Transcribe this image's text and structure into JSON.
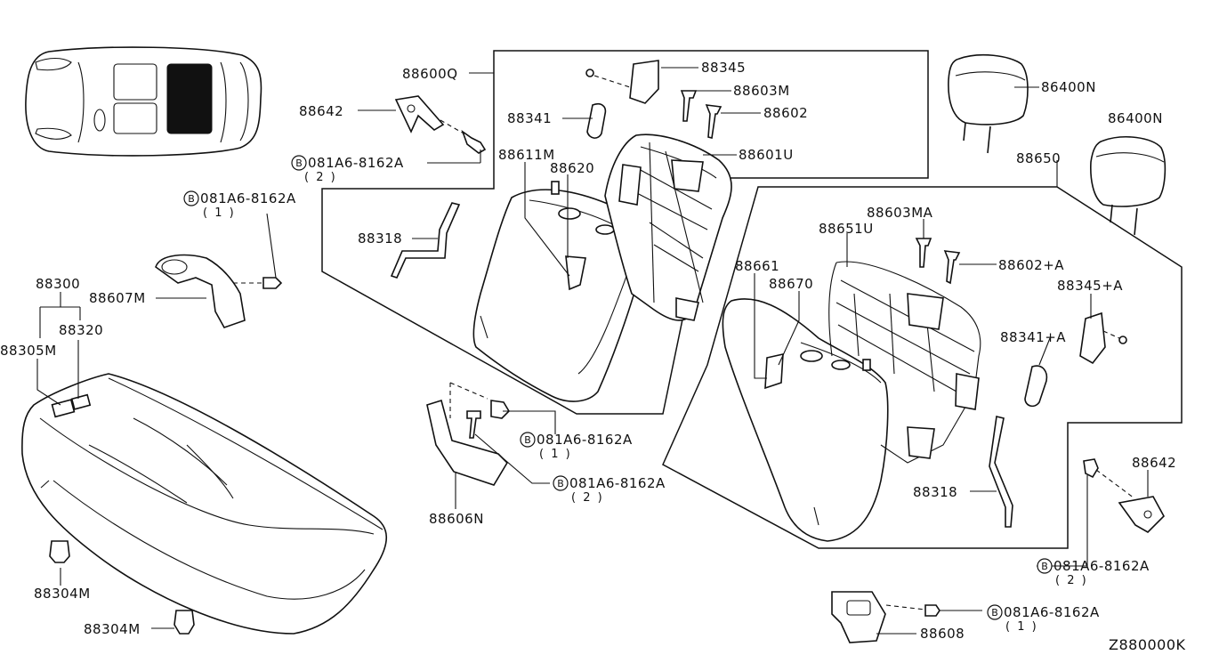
{
  "labels": {
    "p88600q": "88600Q",
    "p88642_top": "88642",
    "p88345": "88345",
    "p88603m": "88603M",
    "p88341": "88341",
    "p88602": "88602",
    "p88611m": "88611M",
    "p88620": "88620",
    "p88601u": "88601U",
    "p88318_top": "88318",
    "p86400n_1": "86400N",
    "p86400n_2": "86400N",
    "p88650": "88650",
    "p88603ma": "88603MA",
    "p88651u": "88651U",
    "p88602a": "88602+A",
    "p88661": "88661",
    "p88670": "88670",
    "p88345a": "88345+A",
    "p88341a": "88341+A",
    "p88642_bottom": "88642",
    "p88318_bottom": "88318",
    "p88300": "88300",
    "p88607m": "88607M",
    "p88320": "88320",
    "p88305m": "88305M",
    "p88304m_1": "88304M",
    "p88304m_2": "88304M",
    "p88606n": "88606N",
    "p88608": "88608"
  },
  "bolts": {
    "b1": {
      "code": "081A6-8162A",
      "qty": "( 2 )"
    },
    "b2": {
      "code": "081A6-8162A",
      "qty": "( 1 )"
    },
    "b3": {
      "code": "081A6-8162A",
      "qty": "( 1 )"
    },
    "b4": {
      "code": "081A6-8162A",
      "qty": "( 2 )"
    },
    "b5": {
      "code": "081A6-8162A",
      "qty": "( 2 )"
    },
    "b6": {
      "code": "081A6-8162A",
      "qty": "( 1 )"
    },
    "symbol": "B"
  },
  "diagram_code": "Z880000K"
}
